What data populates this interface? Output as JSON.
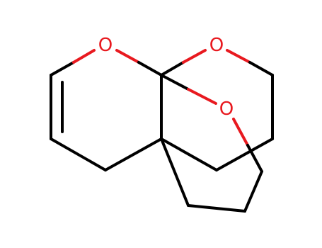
{
  "structure": {
    "background": "#ffffff",
    "bond_color": "#000000",
    "heteroatom_color": "#e8191f",
    "atoms": {
      "o1": "O",
      "o2": "O",
      "o3": "O"
    }
  }
}
